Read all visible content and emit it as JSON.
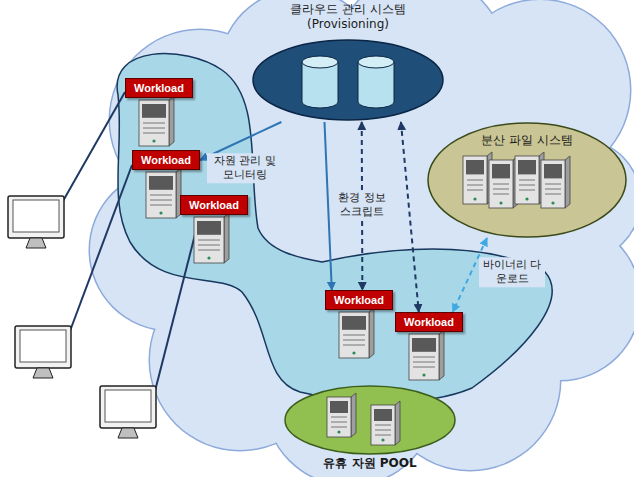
{
  "diagram": {
    "nodes": [
      {
        "text": [
          "클라우드 관리 시스템 (Provisioning)"
        ]
      },
      {
        "text": [
          "분산 파일 시스템"
        ]
      },
      {
        "text": [
          "Workload"
        ]
      },
      {
        "text": [
          "Workload"
        ]
      },
      {
        "text": [
          "Workload"
        ]
      },
      {
        "text": [
          "Workload"
        ]
      },
      {
        "text": [
          "Workload"
        ]
      },
      {
        "text": [
          "유휴 자원 POOL"
        ]
      }
    ],
    "edges": [
      {
        "from": 0,
        "to": 3,
        "label": "자원 관리 및 모니터링",
        "arrow": "to"
      },
      {
        "from": 0,
        "to": 5,
        "arrow": "to"
      },
      {
        "from": 0,
        "to": 5,
        "label": "환경 정보 스크립트",
        "arrow": "both"
      },
      {
        "from": 0,
        "to": 6,
        "arrow": "both"
      },
      {
        "from": 1,
        "to": 6,
        "label": "바이너리 다운로드",
        "arrow": "both"
      }
    ]
  }
}
